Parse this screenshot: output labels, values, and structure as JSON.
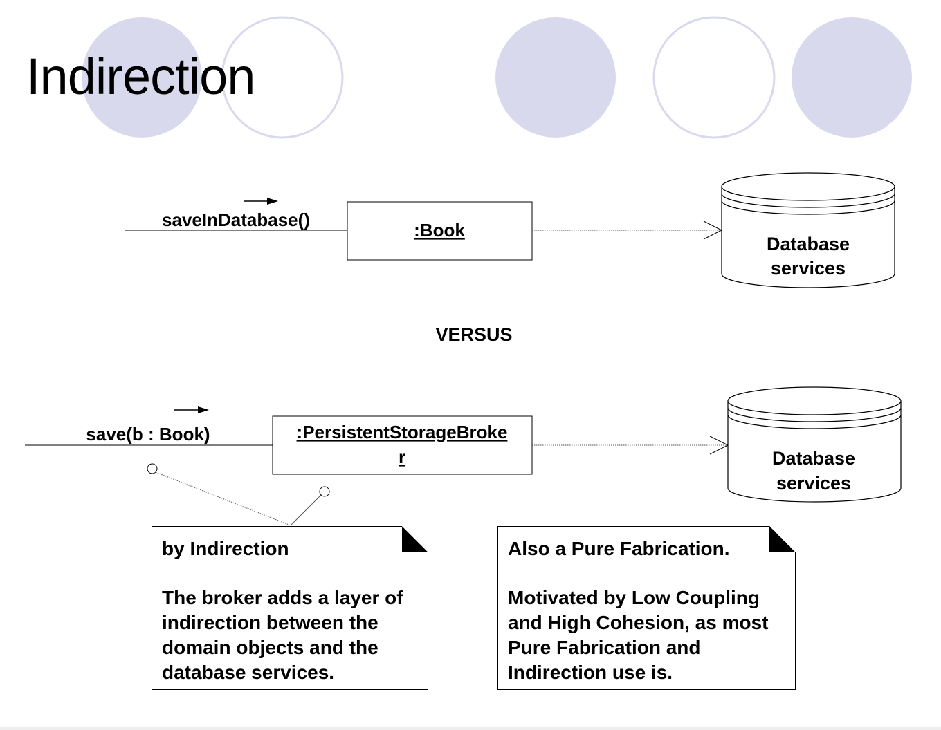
{
  "slide": {
    "title": "Indirection",
    "versus_label": "VERSUS"
  },
  "colors": {
    "circle_fill": "#d9d9ee",
    "circle_outline": "#d9d9ee",
    "text": "#000000"
  },
  "diagram_top": {
    "message": "saveInDatabase()",
    "object": ":Book",
    "database_line1": "Database",
    "database_line2": "services"
  },
  "diagram_bottom": {
    "message": "save(b : Book)",
    "object_line1": ":PersistentStorageBroke",
    "object_line2": "r",
    "database_line1": "Database",
    "database_line2": "services"
  },
  "notes": [
    {
      "heading": "by Indirection",
      "body": "The broker adds a layer of\nindirection between the\ndomain objects and the\ndatabase services."
    },
    {
      "heading": "Also a Pure Fabrication.",
      "body": "Motivated by Low Coupling\nand High Cohesion, as most\nPure Fabrication and\nIndirection use is."
    }
  ]
}
